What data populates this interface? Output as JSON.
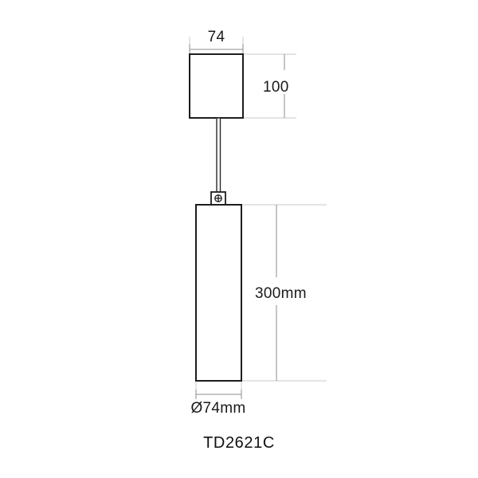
{
  "drawing": {
    "title_label": "TD2621C",
    "background_color": "#ffffff",
    "line_color": "#1d1d1d",
    "dim_line_color": "#8c8c8c",
    "ext_line_color": "#c9c9c9",
    "text_color": "#1a1a1a"
  },
  "dimensions": {
    "canopy_width": "74",
    "canopy_height": "100",
    "body_length": "300mm",
    "body_diameter": "Ø74mm"
  },
  "parts": {
    "canopy_name": "ceiling-canopy",
    "cable_name": "suspension-cable",
    "connector_name": "cable-connector",
    "body_name": "cylinder-body"
  }
}
